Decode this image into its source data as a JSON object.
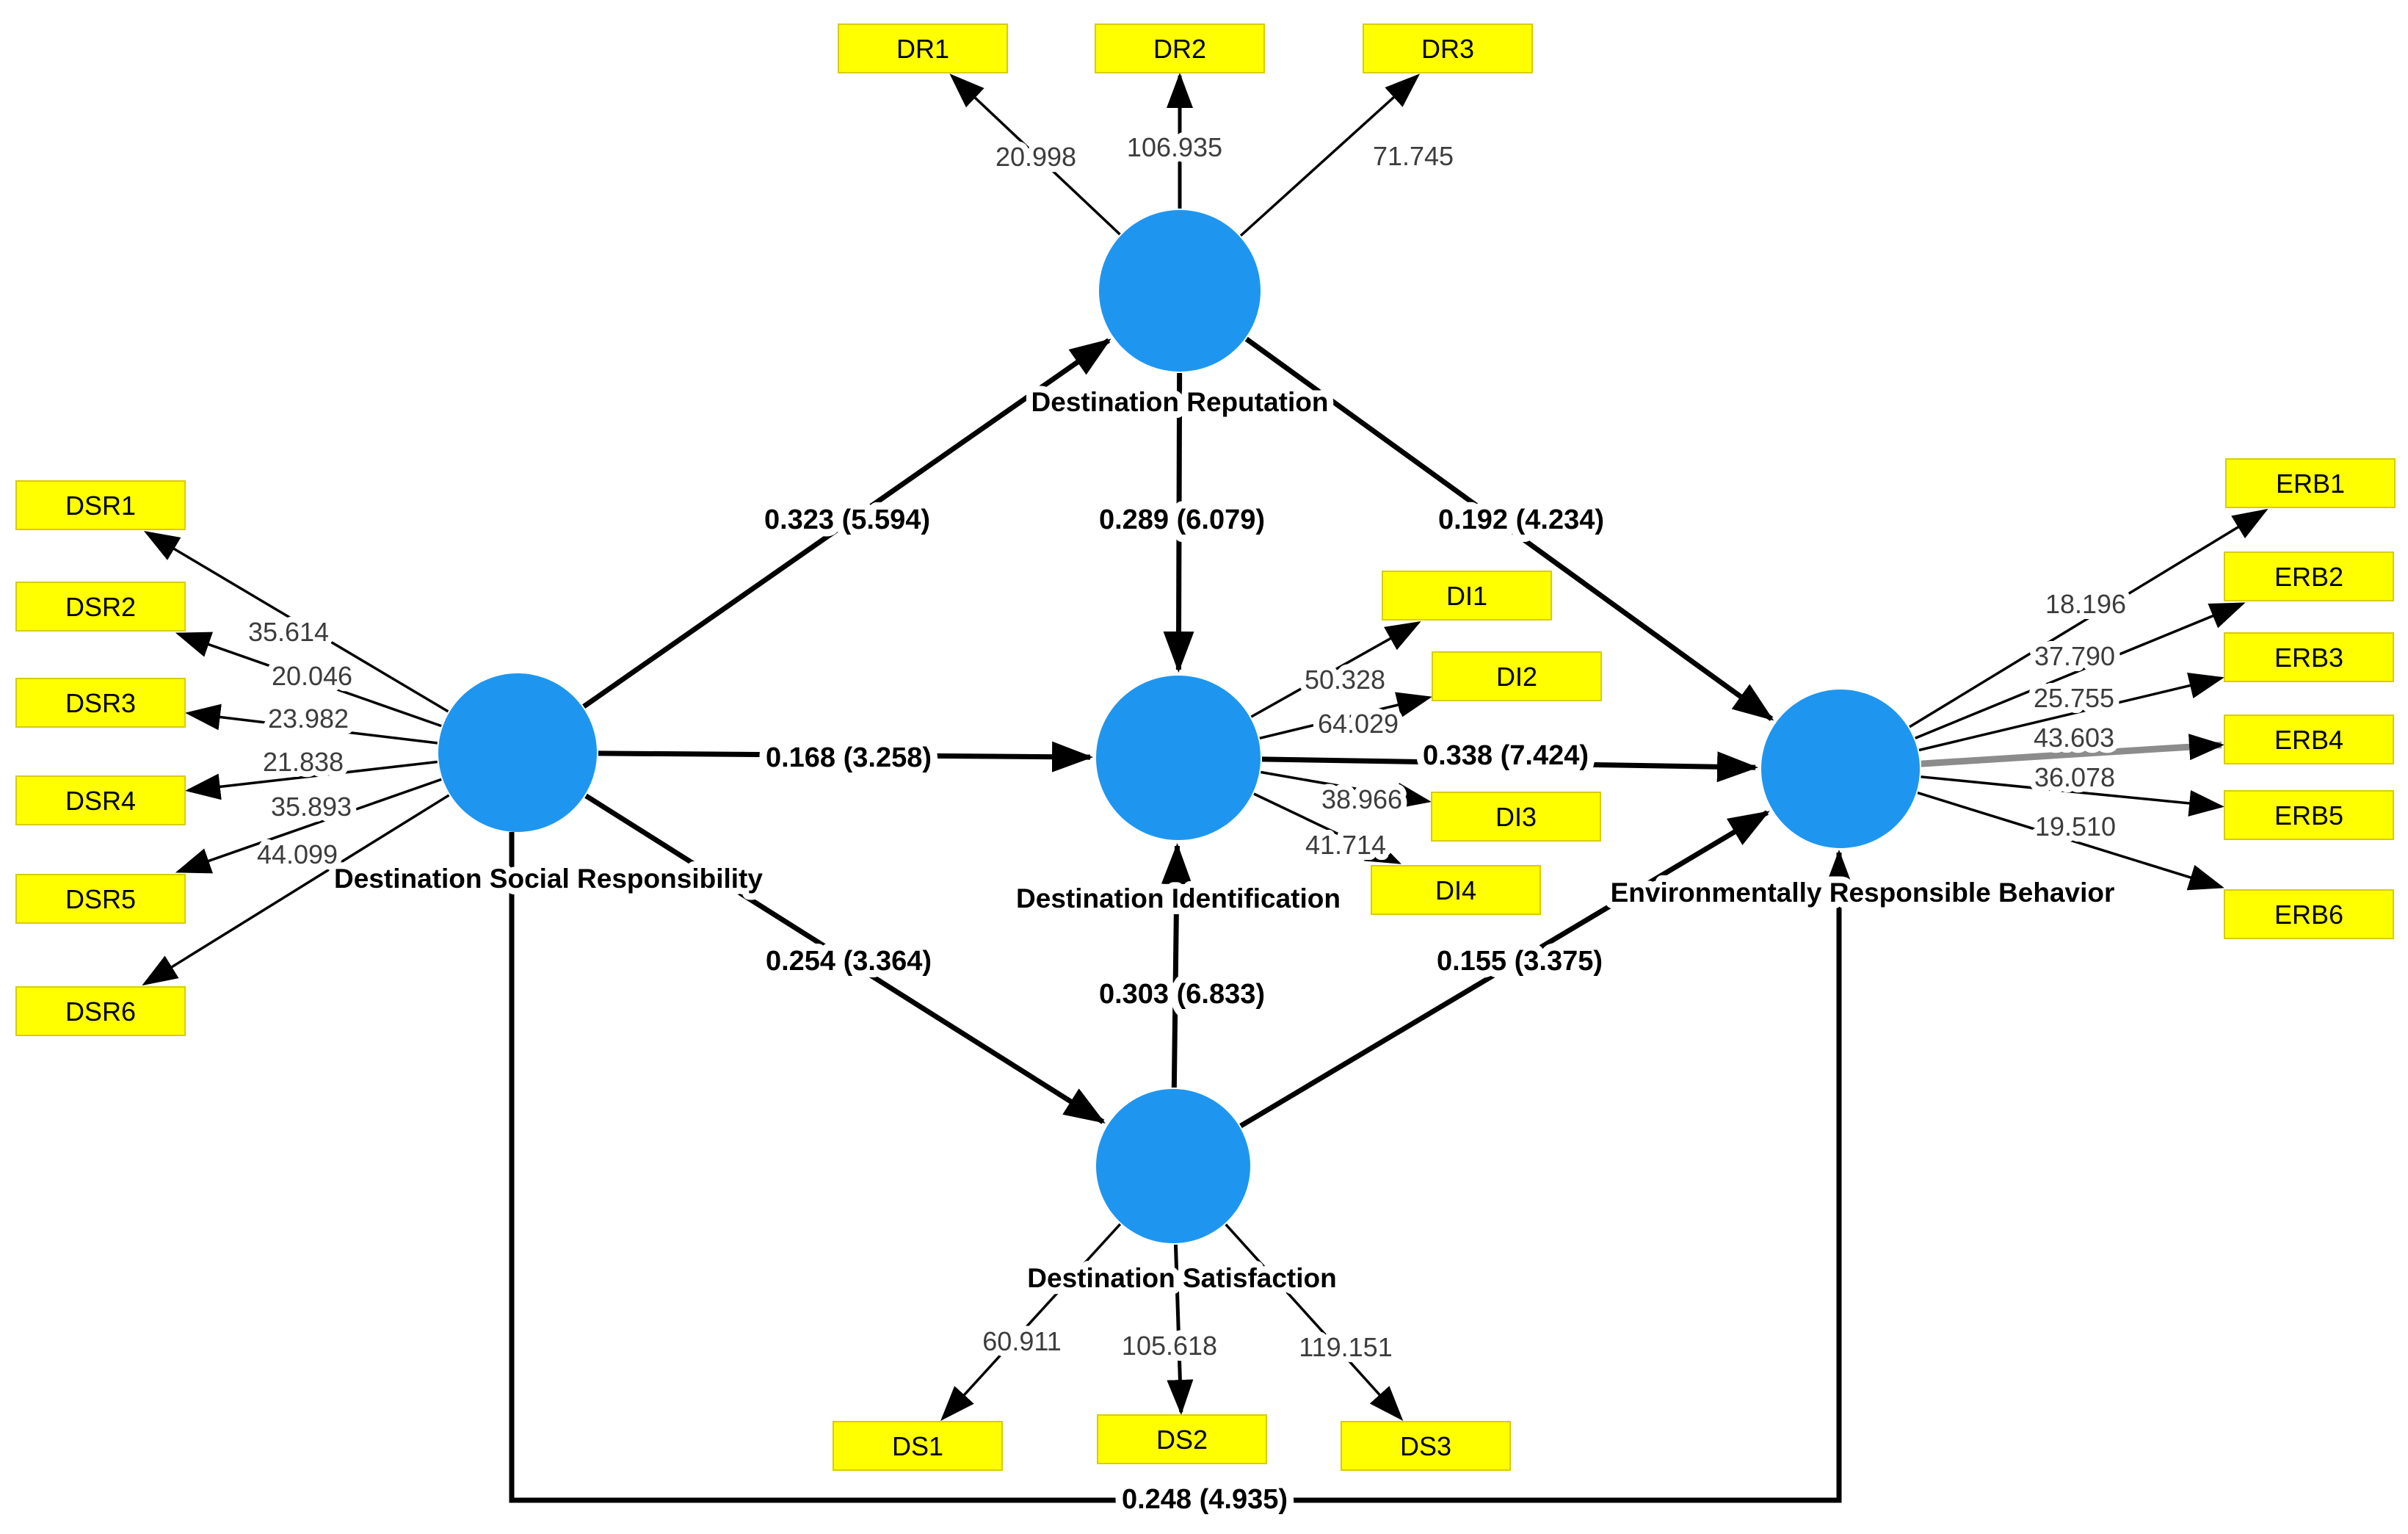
{
  "diagram": {
    "type": "pls-sem-path-model",
    "constructs": [
      {
        "id": "DR",
        "label": "Destination Reputation"
      },
      {
        "id": "DSR",
        "label": "Destination Social Responsibility"
      },
      {
        "id": "DI",
        "label": "Destination Identification"
      },
      {
        "id": "DS",
        "label": "Destination Satisfaction"
      },
      {
        "id": "ERB",
        "label": "Environmentally Responsible Behavior"
      }
    ],
    "indicators": [
      {
        "id": "DR1",
        "construct": "DR",
        "label": "DR1",
        "t_value": "20.998"
      },
      {
        "id": "DR2",
        "construct": "DR",
        "label": "DR2",
        "t_value": "106.935"
      },
      {
        "id": "DR3",
        "construct": "DR",
        "label": "DR3",
        "t_value": "71.745"
      },
      {
        "id": "DSR1",
        "construct": "DSR",
        "label": "DSR1",
        "t_value": "35.614"
      },
      {
        "id": "DSR2",
        "construct": "DSR",
        "label": "DSR2",
        "t_value": "20.046"
      },
      {
        "id": "DSR3",
        "construct": "DSR",
        "label": "DSR3",
        "t_value": "23.982"
      },
      {
        "id": "DSR4",
        "construct": "DSR",
        "label": "DSR4",
        "t_value": "21.838"
      },
      {
        "id": "DSR5",
        "construct": "DSR",
        "label": "DSR5",
        "t_value": "35.893"
      },
      {
        "id": "DSR6",
        "construct": "DSR",
        "label": "DSR6",
        "t_value": "44.099"
      },
      {
        "id": "DI1",
        "construct": "DI",
        "label": "DI1",
        "t_value": "50.328"
      },
      {
        "id": "DI2",
        "construct": "DI",
        "label": "DI2",
        "t_value": "64.029"
      },
      {
        "id": "DI3",
        "construct": "DI",
        "label": "DI3",
        "t_value": "38.966"
      },
      {
        "id": "DI4",
        "construct": "DI",
        "label": "DI4",
        "t_value": "41.714"
      },
      {
        "id": "DS1",
        "construct": "DS",
        "label": "DS1",
        "t_value": "60.911"
      },
      {
        "id": "DS2",
        "construct": "DS",
        "label": "DS2",
        "t_value": "105.618"
      },
      {
        "id": "DS3",
        "construct": "DS",
        "label": "DS3",
        "t_value": "119.151"
      },
      {
        "id": "ERB1",
        "construct": "ERB",
        "label": "ERB1",
        "t_value": "18.196"
      },
      {
        "id": "ERB2",
        "construct": "ERB",
        "label": "ERB2",
        "t_value": "37.790"
      },
      {
        "id": "ERB3",
        "construct": "ERB",
        "label": "ERB3",
        "t_value": "25.755"
      },
      {
        "id": "ERB4",
        "construct": "ERB",
        "label": "ERB4",
        "t_value": "43.603"
      },
      {
        "id": "ERB5",
        "construct": "ERB",
        "label": "ERB5",
        "t_value": "36.078"
      },
      {
        "id": "ERB6",
        "construct": "ERB",
        "label": "ERB6",
        "t_value": "19.510"
      }
    ],
    "paths": [
      {
        "from": "DSR",
        "to": "DR",
        "coefficient": "0.323 (5.594)"
      },
      {
        "from": "DR",
        "to": "DI",
        "coefficient": "0.289 (6.079)"
      },
      {
        "from": "DR",
        "to": "ERB",
        "coefficient": "0.192 (4.234)"
      },
      {
        "from": "DSR",
        "to": "DI",
        "coefficient": "0.168 (3.258)"
      },
      {
        "from": "DI",
        "to": "ERB",
        "coefficient": "0.338 (7.424)"
      },
      {
        "from": "DSR",
        "to": "DS",
        "coefficient": "0.254 (3.364)"
      },
      {
        "from": "DS",
        "to": "DI",
        "coefficient": "0.303 (6.833)"
      },
      {
        "from": "DS",
        "to": "ERB",
        "coefficient": "0.155 (3.375)"
      },
      {
        "from": "DSR",
        "to": "ERB",
        "coefficient": "0.248 (4.935)"
      }
    ],
    "colors": {
      "construct_fill": "#1e96f0",
      "indicator_fill": "#ffff00",
      "indicator_border": "#d9cc00",
      "line": "#000000",
      "highlight_line": "#8c8c8c",
      "loading_text": "#3c3c3c",
      "label_text": "#000000",
      "background": "#ffffff"
    }
  }
}
